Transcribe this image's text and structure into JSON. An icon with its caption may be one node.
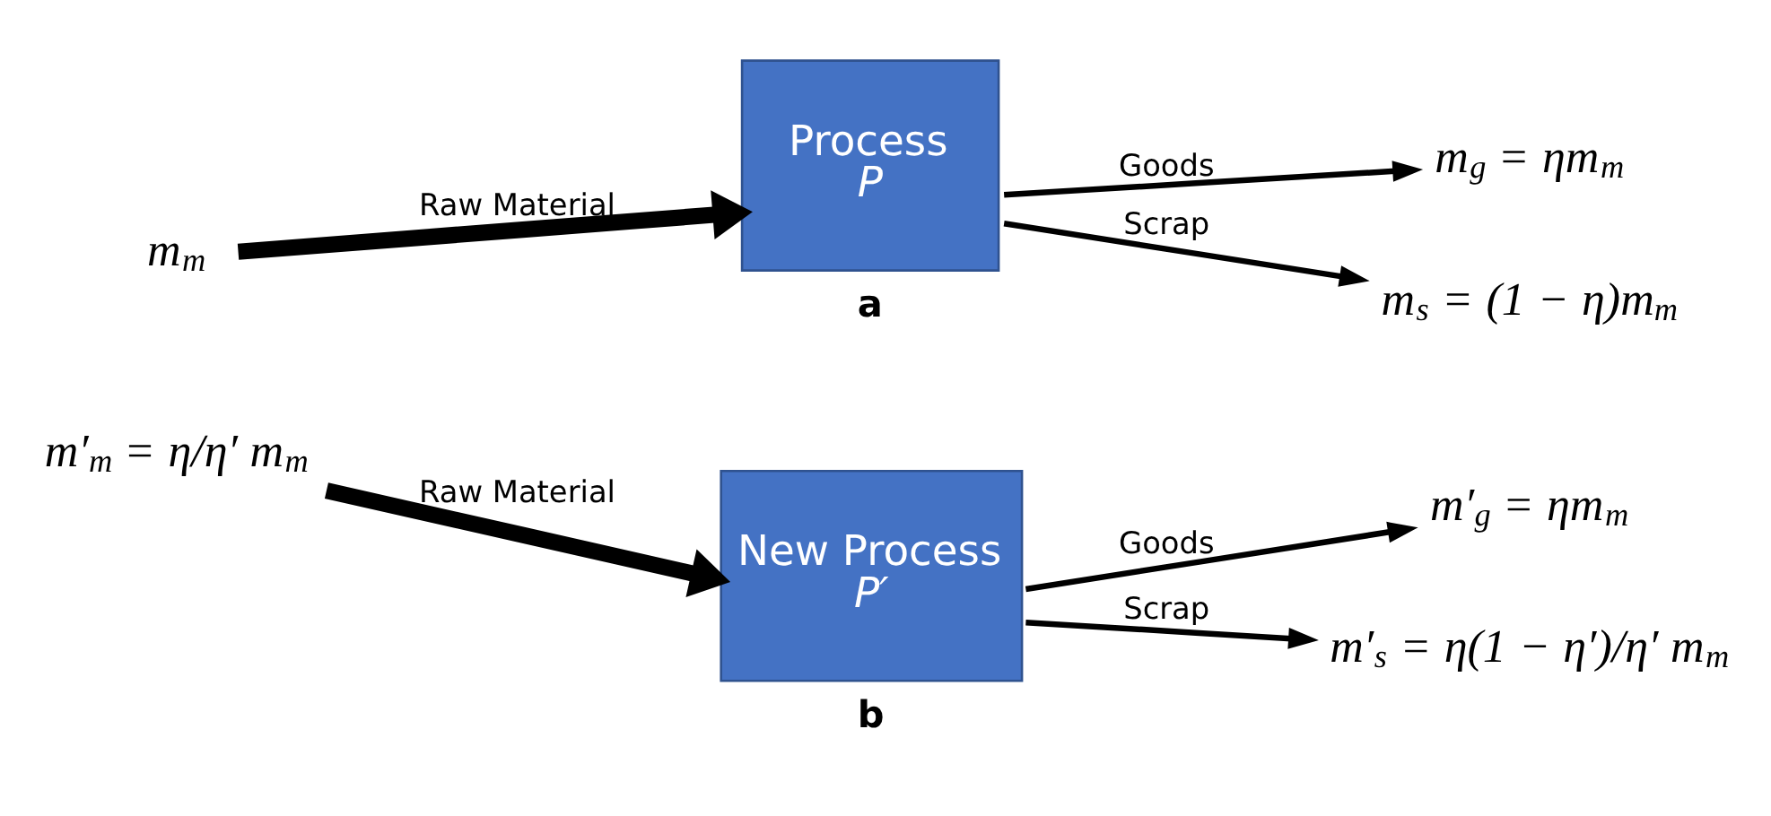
{
  "diagram": {
    "nodes": [
      {
        "text": [
          "m$_{m}$"
        ]
      },
      {
        "text": [
          "Process",
          "*P*"
        ],
        "beside": [
          "a"
        ]
      },
      {
        "text": [
          "m$_{g}$ = ηm$_{m}$"
        ]
      },
      {
        "text": [
          "m$_{s}$ = (1 − η)m$_{m}$"
        ]
      },
      {
        "text": [
          "m′$_{m}$ = η/η′ m$_{m}$"
        ]
      },
      {
        "text": [
          "New Process",
          "*P′*"
        ],
        "beside": [
          "b"
        ]
      },
      {
        "text": [
          "m′$_{g}$ = ηm$_{m}$"
        ]
      },
      {
        "text": [
          "m′$_{s}$ = η(1 − η′)/η′ m$_{m}$"
        ]
      }
    ],
    "edges": [
      {
        "from": 0,
        "to": 1,
        "arrow": "to",
        "label": "Raw Material",
        "style": "thick"
      },
      {
        "from": 1,
        "to": 2,
        "arrow": "to",
        "label": "Goods"
      },
      {
        "from": 1,
        "to": 3,
        "arrow": "to",
        "label": "Scrap"
      },
      {
        "from": 4,
        "to": 5,
        "arrow": "to",
        "label": "Raw Material",
        "style": "thick"
      },
      {
        "from": 5,
        "to": 6,
        "arrow": "to",
        "label": "Goods"
      },
      {
        "from": 5,
        "to": 7,
        "arrow": "to",
        "label": "Scrap"
      }
    ]
  }
}
